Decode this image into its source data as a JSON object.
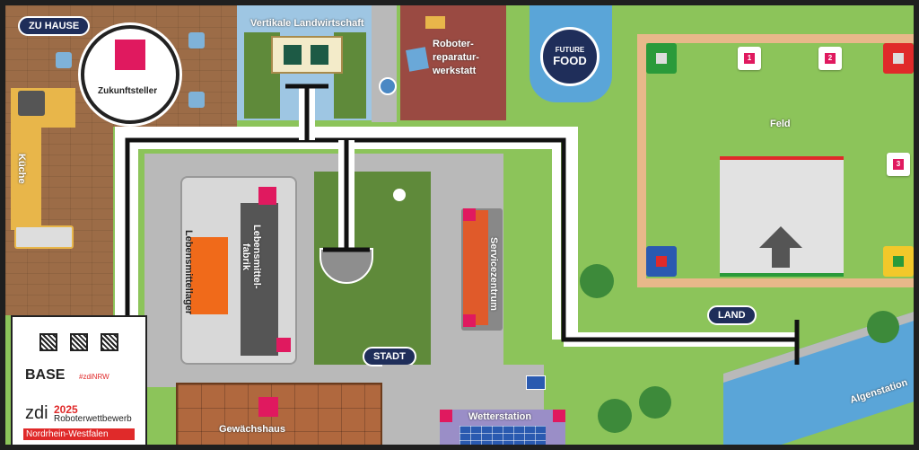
{
  "map": {
    "zones": {
      "home": "ZU HAUSE",
      "city": "STADT",
      "land": "LAND"
    },
    "areas": {
      "future_setter": "Zukunftsteller",
      "vertical_farm": "Vertikale Landwirtschaft",
      "robot_repair": "Roboter-\nreparatur-\nwerkstatt",
      "field": "Feld",
      "kitchen": "Küche",
      "food_storage": "Lebensmittellager",
      "food_factory": "Lebensmittel-\nfabrik",
      "service_center": "Servicezentrum",
      "greenhouse": "Gewächshaus",
      "weather_station": "Wetterstation",
      "algae_station": "Algenstation"
    },
    "field_markers": [
      {
        "id": "1",
        "label": "1"
      },
      {
        "id": "2",
        "label": "2"
      },
      {
        "id": "3",
        "label": "3"
      }
    ],
    "logo": {
      "text1": "FUTURE",
      "text2": "FOOD"
    }
  },
  "legend": {
    "base_label": "BASE",
    "hashtag": "#zdiNRW",
    "zdi": "zdi",
    "year": "2025",
    "competition": "Roboterwettbewerb",
    "region": "Nordrhein-Westfalen"
  },
  "colors": {
    "accent_pink": "#e0195f",
    "line_black": "#111111",
    "road_gray": "#b9b9b9",
    "grass": "#8cc45a",
    "water": "#5aa5d8"
  }
}
